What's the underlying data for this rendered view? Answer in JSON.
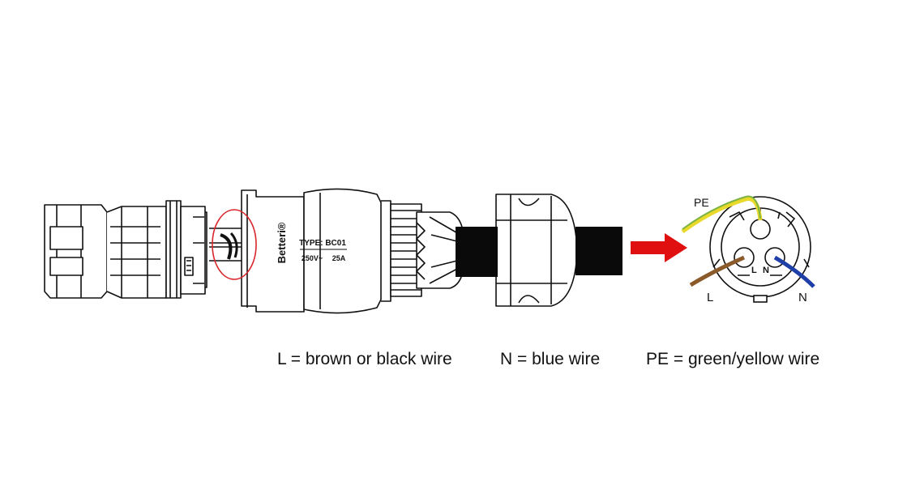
{
  "connector": {
    "brand": "Betteri®",
    "type_label": "TYPE: BC01",
    "rating_voltage": "250V~",
    "rating_current": "25A"
  },
  "pinout": {
    "pe_label": "PE",
    "l_label": "L",
    "n_label": "N",
    "pin_l_mark": "L",
    "pin_n_mark": "N"
  },
  "legend": {
    "l": "L = brown or black wire",
    "n": "N = blue wire",
    "pe": "PE = green/yellow wire"
  },
  "colors": {
    "wire_brown": "#8b5a2b",
    "wire_blue": "#1f3fa8",
    "wire_green": "#7cb342",
    "wire_yellow": "#e8d92a",
    "arrow_red": "#e01010",
    "highlight_circle": "#d9262a",
    "cable_black": "#0a0a0a"
  }
}
